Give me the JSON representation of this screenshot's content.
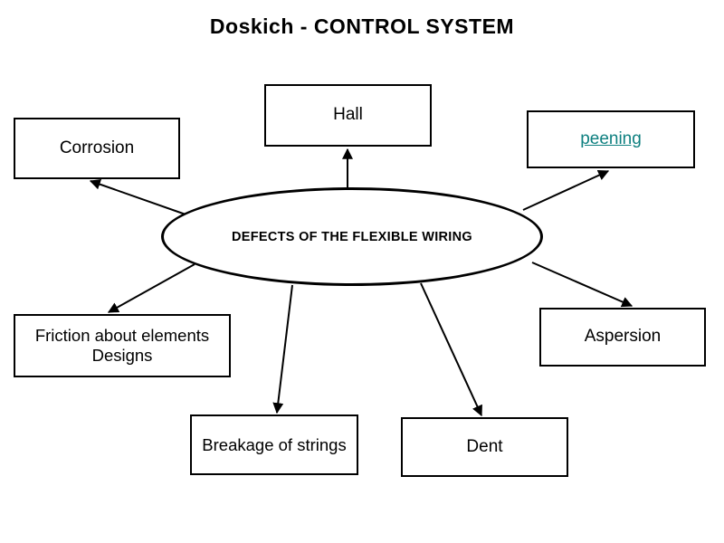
{
  "page": {
    "title": "Doskich - CONTROL SYSTEM",
    "background_color": "#ffffff",
    "text_color": "#000000",
    "link_color": "#0f8080"
  },
  "diagram": {
    "type": "mind-map",
    "center": {
      "shape": "ellipse",
      "label": "DEFECTS OF THE FLEXIBLE WIRING"
    },
    "nodes": [
      {
        "id": "corrosion",
        "label": "Corrosion",
        "shape": "rectangle",
        "is_link": false
      },
      {
        "id": "hall",
        "label": "Hall",
        "shape": "rectangle",
        "is_link": false
      },
      {
        "id": "peening",
        "label": "peening",
        "shape": "rectangle",
        "is_link": true
      },
      {
        "id": "friction",
        "label": "Friction about elements Designs",
        "shape": "rectangle",
        "is_link": false
      },
      {
        "id": "breakage",
        "label": "Breakage of strings",
        "shape": "rectangle",
        "is_link": false
      },
      {
        "id": "dent",
        "label": "Dent",
        "shape": "rectangle",
        "is_link": false
      },
      {
        "id": "aspersion",
        "label": "Aspersion",
        "shape": "rectangle",
        "is_link": false
      }
    ],
    "edges": [
      {
        "from": "center",
        "to": "corrosion",
        "arrow": "to"
      },
      {
        "from": "center",
        "to": "hall",
        "arrow": "to"
      },
      {
        "from": "center",
        "to": "peening",
        "arrow": "to"
      },
      {
        "from": "center",
        "to": "friction",
        "arrow": "to"
      },
      {
        "from": "center",
        "to": "breakage",
        "arrow": "to"
      },
      {
        "from": "center",
        "to": "dent",
        "arrow": "to"
      },
      {
        "from": "center",
        "to": "aspersion",
        "arrow": "to"
      }
    ]
  }
}
